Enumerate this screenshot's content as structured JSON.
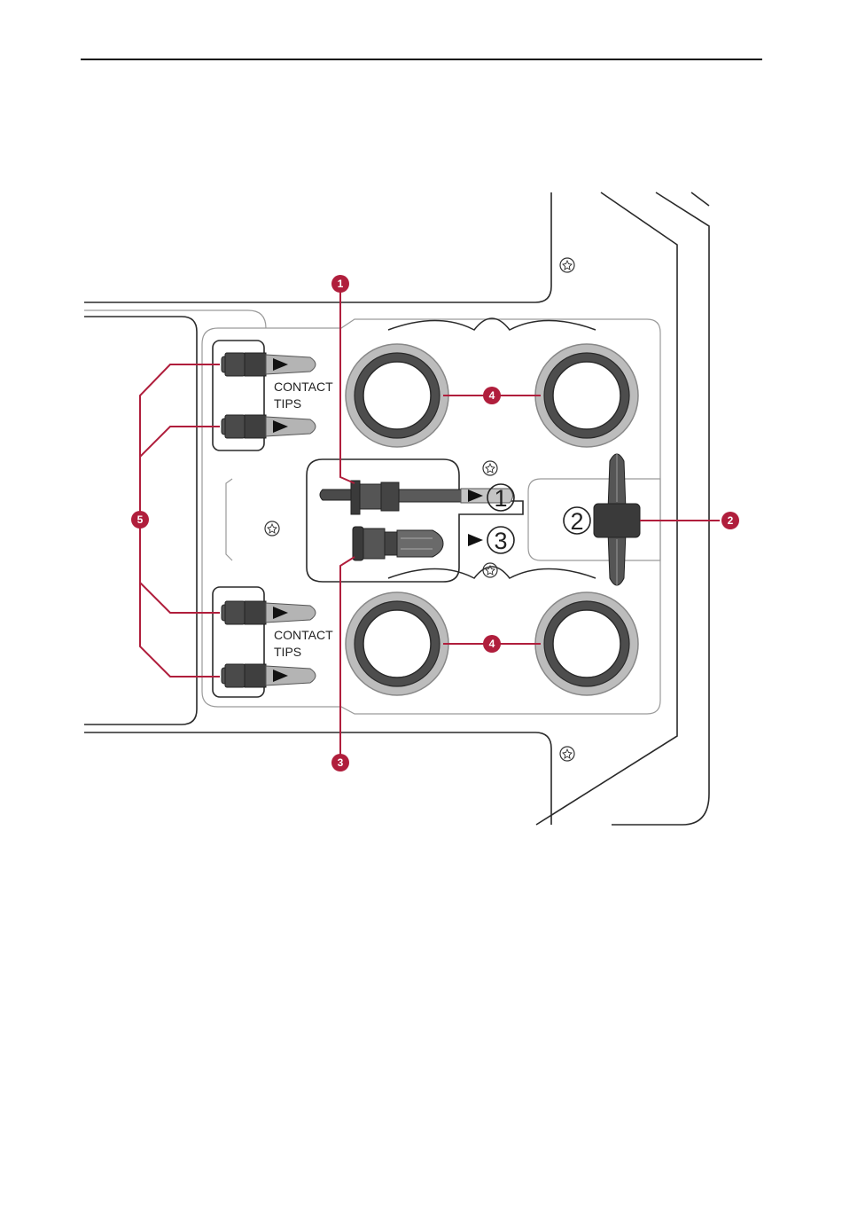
{
  "figure": {
    "contact_tips_label_line1": "CONTACT",
    "contact_tips_label_line2": "TIPS",
    "tool_markers": [
      "1",
      "2",
      "3"
    ],
    "callouts": [
      "1",
      "2",
      "3",
      "4",
      "5"
    ]
  },
  "colors": {
    "callout": "#b01e3c",
    "outline": "#2a2a2a",
    "part_dark": "#4d4d4d",
    "ring_light": "#a9a9a9"
  }
}
